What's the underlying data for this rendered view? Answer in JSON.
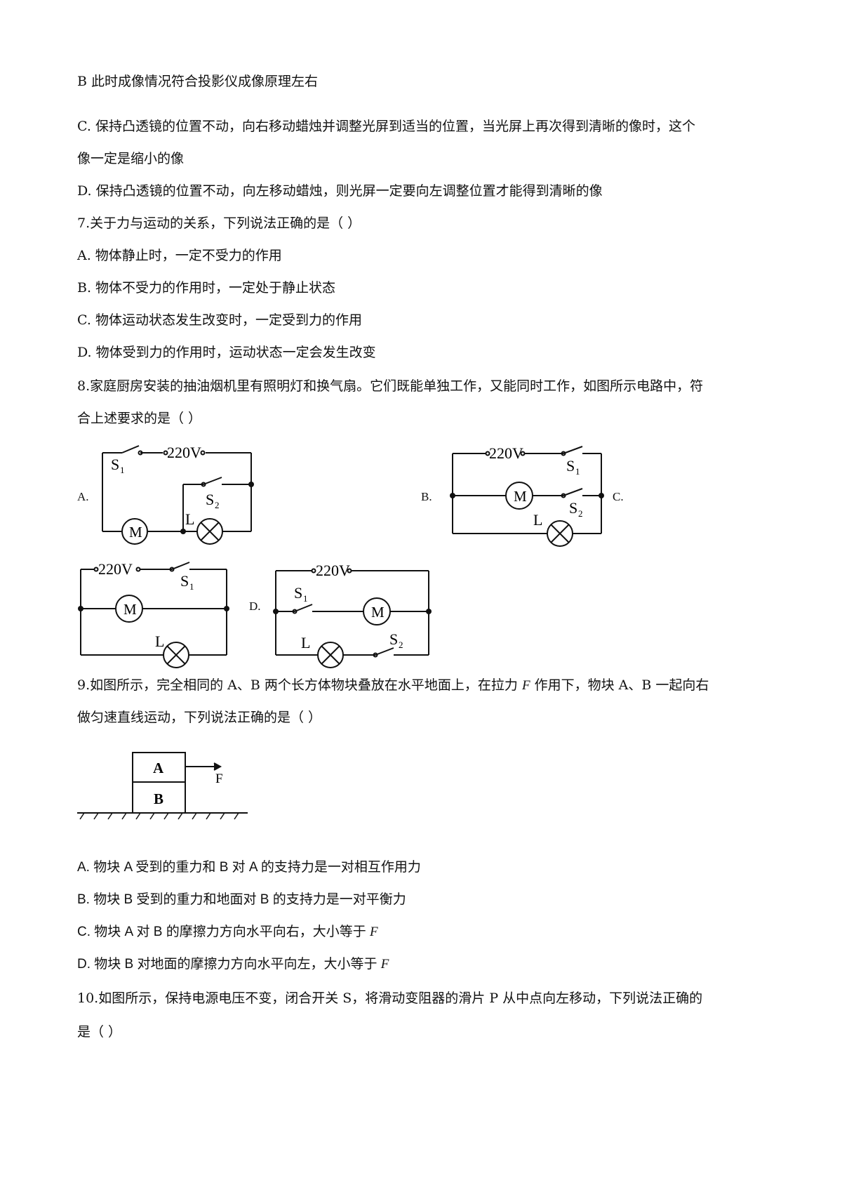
{
  "q6": {
    "opt_b": "B  此时成像情况符合投影仪成像原理左右",
    "opt_c_line1": "C.  保持凸透镜的位置不动，向右移动蜡烛并调整光屏到适当的位置，当光屏上再次得到清晰的像时，这个",
    "opt_c_line2": "像一定是缩小的像",
    "opt_d": "D.  保持凸透镜的位置不动，向左移动蜡烛，则光屏一定要向左调整位置才能得到清晰的像"
  },
  "q7": {
    "stem": "7.关于力与运动的关系，下列说法正确的是（      ）",
    "options": [
      "A.  物体静止时，一定不受力的作用",
      "B.  物体不受力的作用时，一定处于静止状态",
      "C.  物体运动状态发生改变时，一定受到力的作用",
      "D.  物体受到力的作用时，运动状态一定会发生改变"
    ]
  },
  "q8": {
    "stem_line1": "8.家庭厨房安装的抽油烟机里有照明灯和换气扇。它们既能单独工作，又能同时工作，如图所示电路中，符",
    "stem_line2": "合上述要求的是（      ）",
    "label_a": "A.",
    "label_b": "B.",
    "label_c": "C.",
    "label_d": "D.",
    "circuit_text": {
      "voltage": "220V",
      "s1": "S",
      "s2": "S",
      "sub1": "1",
      "sub2": "2",
      "motor": "M",
      "lamp": "L"
    }
  },
  "q9": {
    "stem_line1_pre": "9.如图所示，完全相同的 A、B 两个长方体物块叠放在水平地面上，在拉力 ",
    "stem_line1_F": "F",
    "stem_line1_post": " 作用下，物块 A、B 一起向右",
    "stem_line2": "做匀速直线运动，下列说法正确的是（      ）",
    "figure": {
      "block_a": "A",
      "block_b": "B",
      "force": "F"
    },
    "options": [
      {
        "text": "A.  物块 A 受到的重力和 B 对 A 的支持力是一对相互作用力",
        "var": ""
      },
      {
        "text": "B.  物块 B 受到的重力和地面对 B 的支持力是一对平衡力",
        "var": ""
      },
      {
        "text": "C.  物块 A 对 B 的摩擦力方向水平向右，大小等于 ",
        "var": "F"
      },
      {
        "text": "D.  物块 B 对地面的摩擦力方向水平向左，大小等于 ",
        "var": "F"
      }
    ]
  },
  "q10": {
    "stem_line1": "10.如图所示，保持电源电压不变，闭合开关 S，将滑动变阻器的滑片 P 从中点向左移动，下列说法正确的",
    "stem_line2": "是（      ）"
  }
}
